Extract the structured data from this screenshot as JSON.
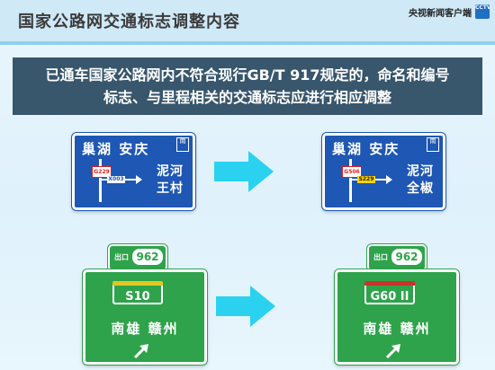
{
  "header": {
    "title": "国家公路网交通标志调整内容",
    "brand_name": "央视新闻客户端",
    "brand_logo_text": "CCTV"
  },
  "banner": {
    "line1": "已通车国家公路网内不符合现行GB/T 917规定的，命名和编号",
    "line2": "标志、与里程相关的交通标志应进行相应调整"
  },
  "blue_sign_before": {
    "top_destinations": "巢湖 安庆",
    "direction_box": "南",
    "route_shield": "G229",
    "branch_code": "X003",
    "right_line1": "泥河",
    "right_line2": "王村"
  },
  "blue_sign_after": {
    "top_destinations": "巢湖 安庆",
    "direction_box": "南",
    "route_shield": "G506",
    "branch_code": "S229",
    "right_line1": "泥河",
    "right_line2": "全椒"
  },
  "green_sign_before": {
    "exit_label": "出口",
    "exit_number": "962",
    "route": "S10",
    "destinations": "南雄 赣州"
  },
  "green_sign_after": {
    "exit_label": "出口",
    "exit_number": "962",
    "route": "G60 II",
    "destinations": "南雄 赣州"
  },
  "colors": {
    "blue_sign": "#1e57b4",
    "green_sign": "#2ea34b",
    "arrow": "#2ad2f0",
    "banner": "#38566c"
  }
}
